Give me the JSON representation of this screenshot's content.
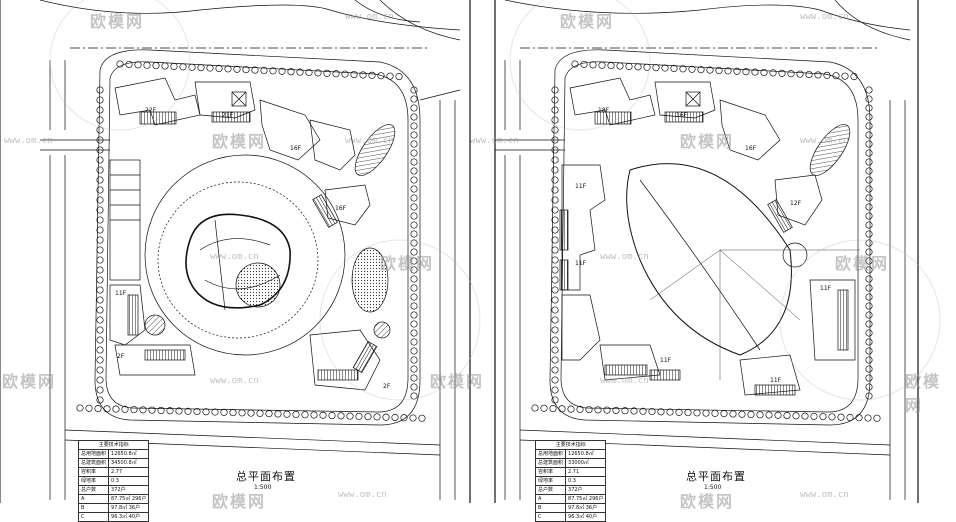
{
  "left_sheet": {
    "title": "总平面布置",
    "scale": "1:500",
    "floor_labels": [
      "22F",
      "21F",
      "16F",
      "16F",
      "11F",
      "2F",
      "2F"
    ],
    "table": {
      "header": "主要技术指标",
      "rows": [
        {
          "k": "总用地面积",
          "v": "12650.8㎡"
        },
        {
          "k": "总建筑面积",
          "v": "34500.8㎡"
        },
        {
          "k": "容积率",
          "v": "2.77"
        },
        {
          "k": "绿地率",
          "v": "0.3"
        },
        {
          "k": "总户数",
          "v": "372户"
        },
        {
          "k": "A",
          "v": "87.75㎡  296户"
        },
        {
          "k": "B",
          "v": "97.8㎡  36户"
        },
        {
          "k": "C",
          "v": "96.3㎡  40户"
        }
      ]
    }
  },
  "right_sheet": {
    "title": "总平面布置",
    "scale": "1:500",
    "floor_labels": [
      "18F",
      "16F",
      "16F",
      "12F",
      "11F",
      "11F",
      "11F",
      "11F",
      "11F"
    ],
    "table": {
      "header": "主要技术指标",
      "rows": [
        {
          "k": "总用地面积",
          "v": "12650.8㎡"
        },
        {
          "k": "总建筑面积",
          "v": "33000㎡"
        },
        {
          "k": "容积率",
          "v": "2.71"
        },
        {
          "k": "绿地率",
          "v": "0.3"
        },
        {
          "k": "总户数",
          "v": "372户"
        },
        {
          "k": "A",
          "v": "87.75㎡  296户"
        },
        {
          "k": "B",
          "v": "97.8㎡  36户"
        },
        {
          "k": "C",
          "v": "96.3㎡  40户"
        }
      ]
    }
  },
  "watermark": {
    "brand": "欧模网",
    "url": "www.om.cn"
  }
}
